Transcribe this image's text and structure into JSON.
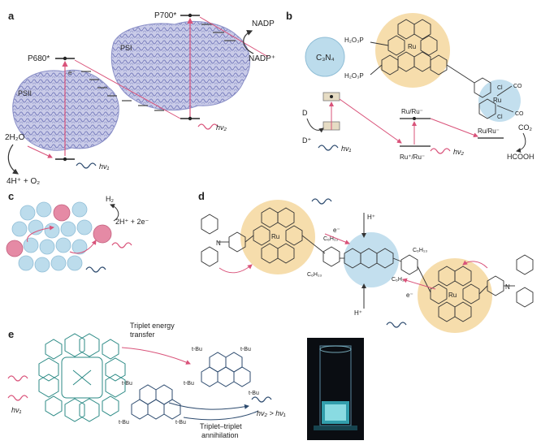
{
  "panels": {
    "a": {
      "label": "a",
      "p680": "P680*",
      "p700": "P700*",
      "psii": "PSII",
      "psi": "PSI",
      "nadp": "NADP",
      "nadp_plus": "NADP⁺",
      "electron": "e⁻",
      "water": "2H₂O",
      "products": "4H⁺ + O₂",
      "hv1": "hν₁",
      "hv2": "hν₂"
    },
    "b": {
      "label": "b",
      "c3n4": "C₃N₄",
      "h2o3p_top": "H₂O₃P",
      "h2o3p_bottom": "H₂O₃P",
      "ru1": "Ru",
      "ru2": "Ru",
      "cl_top": "Cl",
      "cl_bottom": "Cl",
      "co_top": "CO",
      "co_bottom": "CO",
      "d": "D",
      "d_plus": "D⁺",
      "ru_redox_top": "Ru/Ru⁻",
      "ru_redox_mid": "Ru⁺/Ru⁻",
      "ru_redox_right": "Ru/Ru⁻",
      "co2": "CO₂",
      "hcooh": "HCOOH",
      "hv1": "hν₁",
      "hv2": "hν₂"
    },
    "c": {
      "label": "c",
      "h2": "H₂",
      "reaction": "2H⁺ + 2e⁻"
    },
    "d": {
      "label": "d",
      "c6h13_a": "C₆H₁₃",
      "c6h13_b": "C₆H₁₃",
      "c6h13_c": "C₆H₁₃",
      "c6h13_d": "C₆H₁₃",
      "e_top": "e⁻",
      "e_bottom": "e⁻",
      "h_top": "H⁺",
      "h_bottom": "H⁺",
      "ru_left": "Ru",
      "ru_right": "Ru",
      "n_left": "N",
      "n_right": "N"
    },
    "e": {
      "label": "e",
      "tet": "Triplet energy transfer",
      "tet_line1": "Triplet energy",
      "tet_line2": "transfer",
      "tta_line1": "Triplet–triplet",
      "tta_line2": "annihilation",
      "tbu": "t-Bu",
      "hv1": "hν₁",
      "hv_compare": "hν₂ > hν₁"
    }
  },
  "colors": {
    "pink": "#d9537a",
    "orange_halo": "#f5d9a3",
    "blue_halo": "#bcdcec",
    "protein": "#8a8fc7",
    "teal": "#2b8a85",
    "navy": "#2c4a6e"
  }
}
